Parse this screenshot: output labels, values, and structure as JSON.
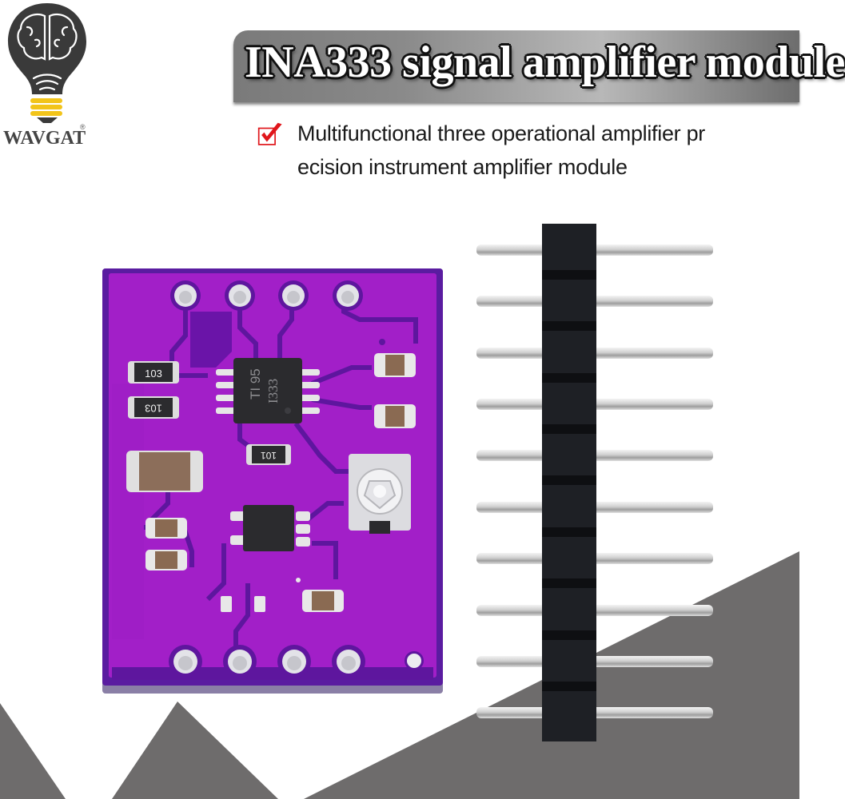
{
  "brand": {
    "name": "WAVGAT",
    "registered_mark": "®",
    "logo_icon": "lightbulb-brain-icon",
    "bulb_color": "#3a3a3a",
    "base_color": "#f2c41a"
  },
  "banner": {
    "title": "INA333 signal amplifier module",
    "background_color": "#8a8a8a",
    "text_color": "#ffffff"
  },
  "feature": {
    "icon": "checkmark-checkbox-icon",
    "icon_color": "#e0161b",
    "line1": "Multifunctional three operational amplifier pr",
    "line2": "ecision instrument amplifier module"
  },
  "product": {
    "pcb": {
      "color": "#a21fc8",
      "trace_color": "#6a14a8",
      "chip_main_marking_line1": "TI 95",
      "chip_main_marking_line2": "I333",
      "resistor_labels": [
        "103",
        "103",
        "101"
      ],
      "top_pads": 4,
      "bottom_pads": 4
    },
    "pin_header": {
      "pin_count": 10,
      "housing_color": "#1e2025",
      "pin_color": "#c9c9c9"
    }
  },
  "background": {
    "shape_color": "#6e6c6c"
  }
}
